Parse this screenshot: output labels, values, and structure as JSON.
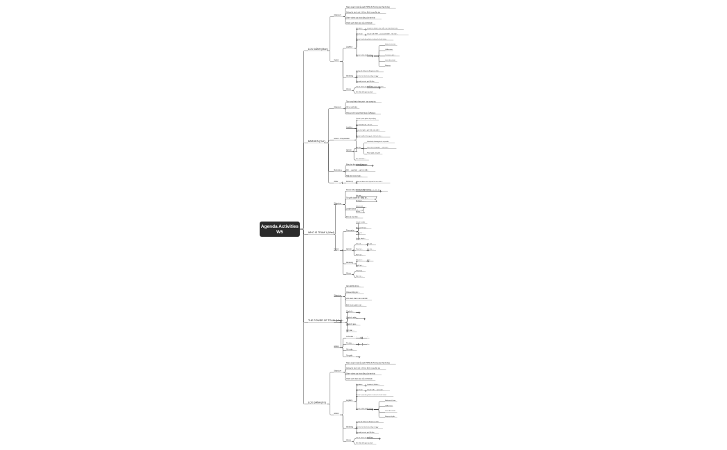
{
  "root": {
    "line1": "Agenda Activities",
    "line2": "W5"
  },
  "branches": [
    {
      "label": "LCK ĐÁNH (Mon)",
      "children": [
        {
          "label": "Objective",
          "children": [
            {
              "label": "Share idea bí mật của sách HDTĐ để Trường học thành công",
              "children": []
            },
            {
              "label": "Quảng bá sách mới & hỗ trợ định lượng đào tạo",
              "children": []
            },
            {
              "label": "Share videos các hoạt động của tranh tài",
              "children": []
            },
            {
              "label": "Chiến sách nhận diện của LCK Đánh",
              "children": []
            }
          ]
        },
        {
          "label": "Action",
          "children": [
            {
              "label": "Logistics",
              "children": [
                {
                  "label": "Attendees",
                  "children": [
                    {
                      "label": "Leaders & Sellers thực tiễn của nhóm Đánh nhà",
                      "children": []
                    }
                  ]
                },
                {
                  "label": "Link Zoom",
                  "children": [
                    {
                      "label": "Chuẩn bị ID: 888 ... passcode 2468 ... link mời ...",
                      "children": []
                    }
                  ]
                },
                {
                  "label": "Chuẩn bị nội dung slide và video cho buổi nhóm",
                  "children": []
                },
                {
                  "label": "Chuẩn bị kịch bản",
                  "children": [
                    {
                      "label": "Timeline",
                      "children": [
                        {
                          "label": "Welcome & Intro",
                          "children": []
                        },
                        {
                          "label": "Q&A review",
                          "children": []
                        },
                        {
                          "label": "Customer gifts ...",
                          "children": []
                        },
                        {
                          "label": "Case discussion",
                          "children": []
                        },
                        {
                          "label": "Wrap-up",
                          "children": []
                        }
                      ]
                    }
                  ]
                }
              ]
            },
            {
              "label": "Marketing",
              "children": [
                {
                  "label": "Quảng bá thông tin đăng ký sự kiện",
                  "children": []
                },
                {
                  "label": "Gửi thư mời trước buổi họp 1 ngày",
                  "children": []
                },
                {
                  "label": "Remind lại trước giờ bắt đầu",
                  "children": []
                }
              ]
            },
            {
              "label": "Others",
              "children": [
                {
                  "label": "Lập kế hoạch xin đồ hỗ trợ",
                  "children": [
                    {
                      "label": "Nhắc nhở người tham gia",
                      "children": []
                    }
                  ]
                },
                {
                  "label": "Ghi nhận kết quả sau buổi",
                  "children": []
                }
              ]
            }
          ]
        }
      ]
    },
    {
      "label": "BARGEN (Tue)",
      "children": [
        {
          "label": "Objective",
          "children": [
            {
              "label": "Tập trung khách hàng mới - tạo tương tác",
              "children": []
            },
            {
              "label": "Hỗ trợ chốt đơn",
              "children": []
            },
            {
              "label": "Chia sẻ về bí quyết bán hàng của Bargen",
              "children": []
            }
          ]
        },
        {
          "label": "Action - Preparation",
          "children": [
            {
              "label": "Logistics",
              "children": [
                {
                  "label": "Chuẩn bị sản phẩm & quà tặng",
                  "children": []
                },
                {
                  "label": "Gửi link đăng ký - lên lịch",
                  "children": []
                },
                {
                  "label": "Quay clip ngắn - giới thiệu sản phẩm",
                  "children": []
                },
                {
                  "label": "Chuẩn bị mẫu & bảng giá - lên kịch bản ...",
                  "children": []
                }
              ]
            },
            {
              "label": "Speech",
              "children": [
                {
                  "label": "Agenda",
                  "children": [
                    {
                      "label": "Giới thiệu chương trình - mục tiêu",
                      "children": []
                    },
                    {
                      "label": "Chia sẻ kinh nghiệm ... chốt đơn ...",
                      "children": []
                    },
                    {
                      "label": "Phần Q&A - tổng kết",
                      "children": []
                    }
                  ]
                },
                {
                  "label": "Ghi chú thêm ...",
                  "children": []
                }
              ]
            }
          ]
        },
        {
          "label": "Marketing",
          "children": [
            {
              "label": "Đăng bài lên nhóm & fanpage",
              "children": [
                {
                  "label": "Link đăng ký",
                  "children": []
                }
              ]
            },
            {
              "label": "Mời ... qua Zalo ... gửi tin nhắn",
              "children": []
            },
            {
              "label": "Nhắc lịch trước buổi ...",
              "children": []
            }
          ]
        },
        {
          "label": "Other",
          "children": [
            {
              "label": "Follow up",
              "children": [
                {
                  "label": "Kiểm tra danh sách & phản hồi sau buổi ...",
                  "children": []
                }
              ]
            }
          ]
        }
      ]
    },
    {
      "label": "WHO IS TEAM 1 (Wed)",
      "children": [
        {
          "label": "Objective",
          "children": [
            {
              "label": "Review kết quả tuần & định hướng ...",
              "children": [
                {
                  "label": "Đánh giá từng thành viên và phân bổ ...",
                  "children": []
                }
              ]
            },
            {
              "label": "Tổng kết doanh số - đồng bộ ...",
              "children": [
                {
                  "label": "Kết quả ...",
                  "children": []
                },
                {
                  "label": "Kế hoạch ...",
                  "children": []
                }
              ]
            },
            {
              "label": "Leader/Senior ...",
              "children": [
                {
                  "label": "Đồng hành ...",
                  "children": []
                },
                {
                  "label": "Hỗ trợ ...",
                  "children": []
                }
              ]
            },
            {
              "label": "Đưa ra mục tiêu ...",
              "children": []
            }
          ]
        },
        {
          "label": "Action",
          "children": [
            {
              "label": "Preparation",
              "children": [
                {
                  "label": "Chuẩn bị slide",
                  "children": []
                },
                {
                  "label": "Báo cáo kết quả ...",
                  "children": []
                },
                {
                  "label": "Thống kê ...",
                  "children": []
                },
                {
                  "label": "Lên kế hoạch ...",
                  "children": []
                }
              ]
            },
            {
              "label": "Speech",
              "children": [
                {
                  "label": "Chia sẻ ...",
                  "children": [
                    {
                      "label": "Kết quả ...",
                      "children": []
                    }
                  ]
                },
                {
                  "label": "Phản hồi ...",
                  "children": [
                    {
                      "label": "Ghi chú ...",
                      "children": []
                    }
                  ]
                },
                {
                  "label": "Đánh giá ...",
                  "children": []
                }
              ]
            },
            {
              "label": "Marketing",
              "children": [
                {
                  "label": "Đăng bài ...",
                  "children": [
                    {
                      "label": "Link ...",
                      "children": []
                    }
                  ]
                },
                {
                  "label": "Nhắc lịch ...",
                  "children": []
                }
              ]
            },
            {
              "label": "Others",
              "children": [
                {
                  "label": "Tổng hợp ...",
                  "children": []
                },
                {
                  "label": "Báo cáo ...",
                  "children": []
                }
              ]
            }
          ]
        }
      ]
    },
    {
      "label": "THE POWER OF TEAM (Mon)",
      "children": [
        {
          "label": "Objective",
          "children": [
            {
              "label": "Gắn kết đội nhóm ...",
              "children": []
            },
            {
              "label": "Chia sẻ động lực ...",
              "children": []
            },
            {
              "label": "Vinh danh thành viên xuất sắc",
              "children": []
            },
            {
              "label": "Định hướng tuần mới ...",
              "children": []
            }
          ]
        },
        {
          "label": "Preparation",
          "children": [
            {
              "label": "Chuẩn bị ...",
              "children": [
                {
                  "label": "...",
                  "children": []
                }
              ]
            },
            {
              "label": "Chuẩn bị slide ...",
              "children": [
                {
                  "label": "...",
                  "children": []
                }
              ]
            },
            {
              "label": "Chuẩn bị quà ...",
              "children": []
            },
            {
              "label": "Kịch bản ...",
              "children": []
            }
          ]
        },
        {
          "label": "Action",
          "children": [
            {
              "label": "Triển khai ...",
              "children": [
                {
                  "label": "...",
                  "children": [
                    {
                      "label": "...",
                      "children": []
                    }
                  ]
                }
              ]
            },
            {
              "label": "Tổ chức ...",
              "children": [
                {
                  "label": "...",
                  "children": [
                    {
                      "label": "...",
                      "children": []
                    }
                  ]
                }
              ]
            },
            {
              "label": "Ghi nhận ...",
              "children": []
            },
            {
              "label": "Tổng kết ...",
              "children": [
                {
                  "label": "...",
                  "children": []
                }
              ]
            }
          ]
        }
      ]
    },
    {
      "label": "LCK ĐÁNH (Fri)",
      "children": [
        {
          "label": "Objective",
          "children": [
            {
              "label": "Share idea bí mật của sách HDTĐ để Trường học thành công",
              "children": []
            },
            {
              "label": "Quảng bá sách mới & hỗ trợ định lượng đào tạo",
              "children": []
            },
            {
              "label": "Share videos các hoạt động của tranh tài",
              "children": []
            },
            {
              "label": "Chiến sách nhận diện của LCK Đánh",
              "children": []
            }
          ]
        },
        {
          "label": "Action",
          "children": [
            {
              "label": "Logistics",
              "children": [
                {
                  "label": "Attendees",
                  "children": [
                    {
                      "label": "Leaders & Sellers ...",
                      "children": []
                    }
                  ]
                },
                {
                  "label": "Link Zoom",
                  "children": [
                    {
                      "label": "Chuẩn bị ID ... passcode ...",
                      "children": []
                    }
                  ]
                },
                {
                  "label": "Chuẩn bị nội dung slide và video cho buổi nhóm",
                  "children": []
                },
                {
                  "label": "Chuẩn bị kịch bản",
                  "children": [
                    {
                      "label": "Timeline",
                      "children": [
                        {
                          "label": "Welcome & Intro",
                          "children": []
                        },
                        {
                          "label": "Q&A review",
                          "children": []
                        },
                        {
                          "label": "Case discussion",
                          "children": []
                        },
                        {
                          "label": "Wrap-up & gifts",
                          "children": []
                        }
                      ]
                    }
                  ]
                }
              ]
            },
            {
              "label": "Marketing",
              "children": [
                {
                  "label": "Quảng bá thông tin đăng ký sự kiện",
                  "children": []
                },
                {
                  "label": "Gửi thư mời trước buổi họp 1 ngày",
                  "children": []
                },
                {
                  "label": "Remind lại trước giờ bắt đầu",
                  "children": []
                }
              ]
            },
            {
              "label": "Others",
              "children": [
                {
                  "label": "Lập kế hoạch xin đồ hỗ trợ",
                  "children": [
                    {
                      "label": "Nhắc nhở ...",
                      "children": []
                    }
                  ]
                },
                {
                  "label": "Ghi nhận kết quả sau buổi",
                  "children": []
                }
              ]
            }
          ]
        }
      ]
    }
  ]
}
